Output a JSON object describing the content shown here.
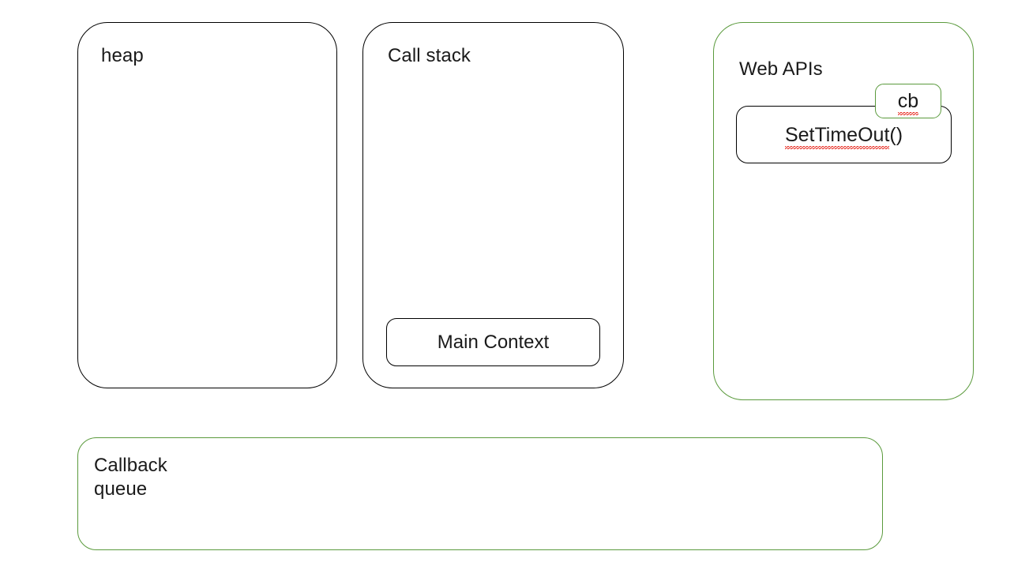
{
  "diagram": {
    "background_color": "#ffffff",
    "accent_green": "#5a9a3c",
    "outline_black": "#000000",
    "spellcheck_red": "#e8342a",
    "regions": [
      {
        "id": "heap",
        "title": "heap",
        "border_color": "#000000"
      },
      {
        "id": "call-stack",
        "title": "Call stack",
        "border_color": "#000000"
      },
      {
        "id": "web-apis",
        "title": "Web APIs",
        "border_color": "#5a9a3c"
      },
      {
        "id": "callback-queue",
        "title": "Callback\nqueue",
        "border_color": "#5a9a3c"
      }
    ],
    "items": [
      {
        "id": "main-context",
        "label": "Main Context",
        "parent": "call-stack",
        "border_color": "#000000",
        "misspelled": false
      },
      {
        "id": "settimeout",
        "label": "SetTimeOut()",
        "label_misspelled_part": "SetTimeOut",
        "label_plain_part": "()",
        "parent": "web-apis",
        "border_color": "#000000",
        "misspelled": true
      },
      {
        "id": "cb",
        "label": "cb",
        "parent": "web-apis",
        "border_color": "#5a9a3c",
        "misspelled": true
      }
    ]
  }
}
